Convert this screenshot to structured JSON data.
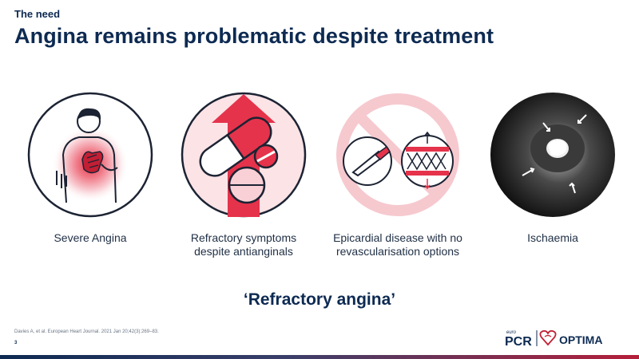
{
  "header": {
    "kicker": "The need",
    "title": "Angina remains problematic despite treatment"
  },
  "panels": [
    {
      "icon": "chest-pain-person-icon",
      "caption_lines": [
        "Severe Angina"
      ]
    },
    {
      "icon": "pills-arrow-icon",
      "caption_lines": [
        "Refractory symptoms",
        "despite antianginals"
      ]
    },
    {
      "icon": "no-revascularisation-icon",
      "caption_lines": [
        "Epicardial disease with no",
        "revascularisation options"
      ]
    },
    {
      "icon": "ischaemia-scan-icon",
      "caption_lines": [
        "Ischaemia"
      ]
    }
  ],
  "tagline": "‘Refractory angina’",
  "footer": {
    "citation": "Davies A, et al. European Heart Journal. 2021 Jan 20;42(3):269–83.",
    "page_number": "3",
    "logo_euro": "euro",
    "logo_pcr": "PCR",
    "logo_optima": "OPTIMA"
  },
  "colors": {
    "navy": "#0d2a52",
    "red": "#d6233c",
    "pink": "#f6c9cf"
  }
}
